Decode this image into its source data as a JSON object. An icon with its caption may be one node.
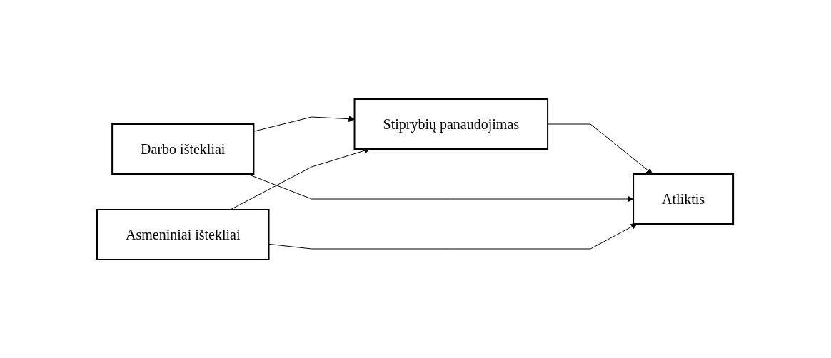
{
  "diagram": {
    "nodes": [
      {
        "text": [
          "Stiprybių panaudojimas"
        ]
      },
      {
        "text": [
          "Darbo ištekliai"
        ]
      },
      {
        "text": [
          "Atliktis"
        ]
      },
      {
        "text": [
          "Asmeniniai ištekliai"
        ]
      }
    ],
    "edges": [
      {
        "from": 1,
        "to": 0,
        "arrow": "to"
      },
      {
        "from": 3,
        "to": 0,
        "arrow": "to"
      },
      {
        "from": 0,
        "to": 2,
        "arrow": "to"
      },
      {
        "from": 1,
        "to": 2,
        "arrow": "to"
      },
      {
        "from": 3,
        "to": 2,
        "arrow": "to"
      }
    ]
  }
}
